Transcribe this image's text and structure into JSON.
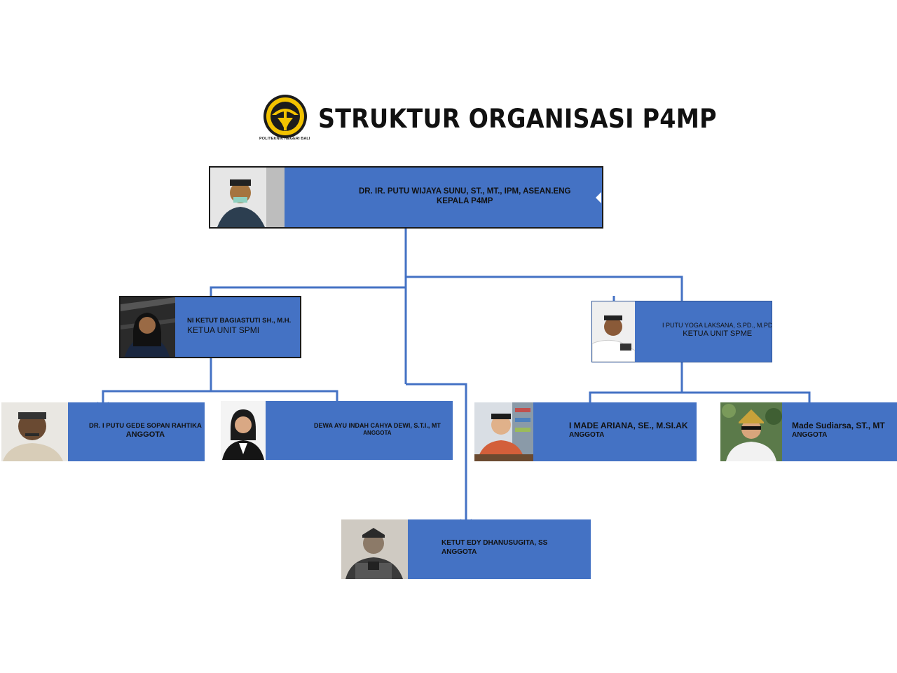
{
  "header": {
    "title": "STRUKTUR ORGANISASI P4MP",
    "logo_caption": "POLITEKNIK NEGERI BALI"
  },
  "head": {
    "name": "DR. IR. PUTU WIJAYA SUNU, ST., MT., IPM, ASEAN.ENG",
    "role": "KEPALA P4MP"
  },
  "spmi": {
    "name": "NI KETUT BAGIASTUTI SH., M.H.",
    "role": "KETUA UNIT SPMI"
  },
  "spme": {
    "name": "I PUTU YOGA LAKSANA, S.PD., M.PD",
    "role": "KETUA UNIT SPME"
  },
  "members": [
    {
      "name": "DR. I PUTU GEDE SOPAN RAHTIKA",
      "role": "ANGGOTA"
    },
    {
      "name": "DEWA AYU INDAH CAHYA DEWI, S.T.I., MT",
      "role": "ANGGOTA"
    },
    {
      "name": "I MADE ARIANA, SE., M.SI.AK",
      "role": "ANGGOTA"
    },
    {
      "name": "Made Sudiarsa, ST., MT",
      "role": "ANGGOTA"
    },
    {
      "name": "KETUT EDY DHANUSUGITA, SS",
      "role": "ANGGOTA"
    }
  ],
  "colors": {
    "box": "#4472c4",
    "line": "#4472c4",
    "logo": "#f2c200"
  }
}
